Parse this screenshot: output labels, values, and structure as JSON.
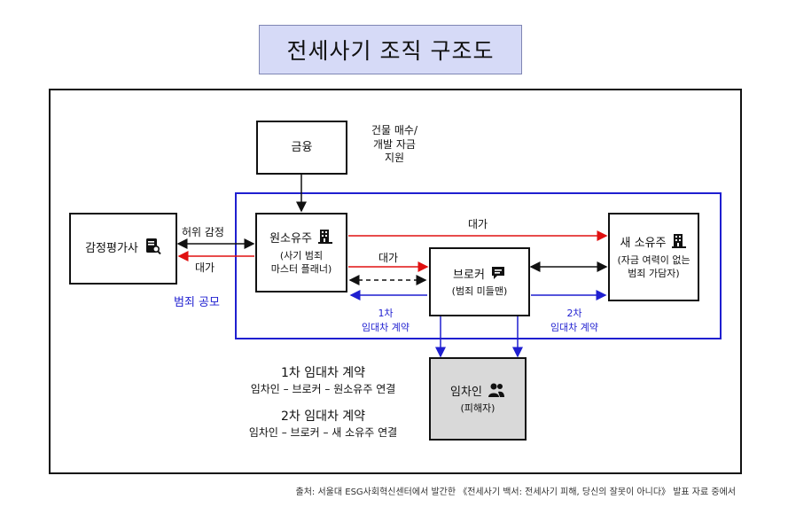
{
  "title": "전세사기 조직 구조도",
  "nodes": {
    "finance": "금융",
    "finance_note": [
      "건물 매수/",
      "개발 자금",
      "지원"
    ],
    "appraiser": "감정평가사",
    "owner": "원소유주",
    "owner_note": [
      "(사기 범죄",
      "마스터 플래너)"
    ],
    "broker": "브로커",
    "broker_note": "(범죄 미들맨)",
    "new_owner": "새 소유주",
    "new_owner_note": [
      "(자금 여력이 없는",
      "범죄 가담자)"
    ],
    "tenant": "임차인",
    "tenant_note": "(피해자)"
  },
  "edge_labels": {
    "false_appraisal": "허위 감정",
    "payment_to_appraiser": "대가",
    "payment_owner_new": "대가",
    "payment_owner_broker": "대가",
    "lease1": [
      "1차",
      "임대차 계약"
    ],
    "lease2": [
      "2차",
      "임대차 계약"
    ],
    "conspiracy": "범죄 공모"
  },
  "legend": {
    "lease1_title": "1차 임대차 계약",
    "lease1_desc": "임차인 – 브로커 – 원소유주 연결",
    "lease2_title": "2차 임대차 계약",
    "lease2_desc": "임차인 – 브로커 – 새 소유주 연결"
  },
  "source": "출처: 서울대 ESG사회혁신센터에서 발간한 《전세사기 백서: 전세사기 피해, 당신의 잘못이 아니다》 발표 자료 중에서",
  "colors": {
    "blue": "#1f1fd0",
    "red": "#e01010",
    "title_bg": "#d6daf7",
    "tenant_bg": "#d9d9d9"
  },
  "icons": [
    "building-icon",
    "appraisal-document-icon",
    "chat-bubble-icon",
    "people-icon"
  ]
}
